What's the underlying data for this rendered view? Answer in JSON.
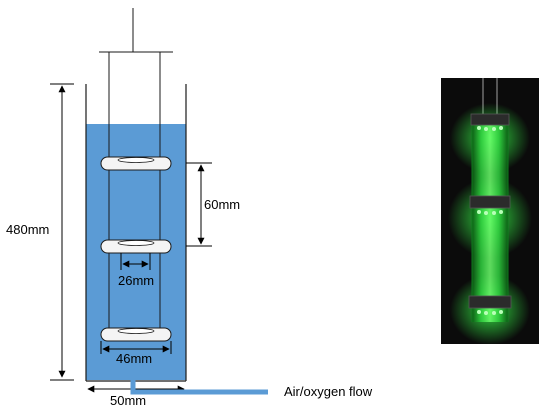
{
  "labels": {
    "height": "480mm",
    "spacing": "60mm",
    "inner_diameter": "26mm",
    "outer_diameter": "46mm",
    "width": "50mm",
    "flow": "Air/oxygen flow"
  },
  "colors": {
    "water": "#5b9bd5",
    "outline": "#1a1a1a",
    "disc": "#f4f4f4",
    "pipe": "#5b9bd5",
    "glow": "#39ff4a",
    "photo_bg": "#0b0b0b"
  }
}
